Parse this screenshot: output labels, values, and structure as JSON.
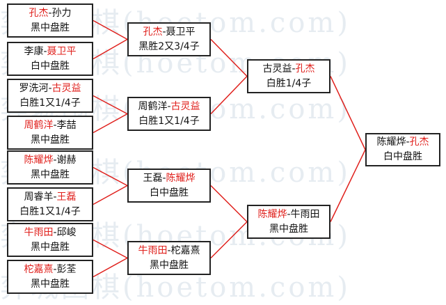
{
  "watermark": "弈城围棋(hoetom.com)",
  "colors": {
    "winner": "#e0201c",
    "line": "#e0201c",
    "border": "#222222"
  },
  "bracket": {
    "round1": [
      {
        "p1": "孔杰",
        "sep": "-",
        "p2": "孙力",
        "winner": 1,
        "result": "黑中盘胜"
      },
      {
        "p1": "李康",
        "sep": "-",
        "p2": "聂卫平",
        "winner": 2,
        "result": "白中盘胜"
      },
      {
        "p1": "罗洗河",
        "sep": "-",
        "p2": "古灵益",
        "winner": 2,
        "result": "白胜1又1/4子"
      },
      {
        "p1": "周鹤洋",
        "sep": "-",
        "p2": "李喆",
        "winner": 1,
        "result": "黑中盘胜"
      },
      {
        "p1": "陈耀烨",
        "sep": "-",
        "p2": "谢赫",
        "winner": 1,
        "result": "黑中盘胜"
      },
      {
        "p1": "周睿羊",
        "sep": "-",
        "p2": "王磊",
        "winner": 2,
        "result": "白胜1又1/4子"
      },
      {
        "p1": "牛雨田",
        "sep": "-",
        "p2": "邱峻",
        "winner": 1,
        "result": "黑中盘胜"
      },
      {
        "p1": "柁嘉熹",
        "sep": "-",
        "p2": "彭荃",
        "winner": 1,
        "result": "黑中盘胜"
      }
    ],
    "round2": [
      {
        "p1": "孔杰",
        "sep": "-",
        "p2": "聂卫平",
        "winner": 1,
        "result": "黑胜2又3/4子"
      },
      {
        "p1": "周鹤洋",
        "sep": "-",
        "p2": "古灵益",
        "winner": 2,
        "result": "白胜1又1/4子"
      },
      {
        "p1": "王磊",
        "sep": "-",
        "p2": "陈耀烨",
        "winner": 2,
        "result": "白中盘胜"
      },
      {
        "p1": "牛雨田",
        "sep": "-",
        "p2": "柁嘉熹",
        "winner": 1,
        "result": "黑中盘胜"
      }
    ],
    "round3": [
      {
        "p1": "古灵益",
        "sep": "-",
        "p2": "孔杰",
        "winner": 2,
        "result": "白胜1/4子"
      },
      {
        "p1": "陈耀烨",
        "sep": "-",
        "p2": "牛雨田",
        "winner": 1,
        "result": "黑中盘胜"
      }
    ],
    "final": [
      {
        "p1": "陈耀烨",
        "sep": "-",
        "p2": "孔杰",
        "winner": 2,
        "result": "白中盘胜"
      }
    ]
  }
}
